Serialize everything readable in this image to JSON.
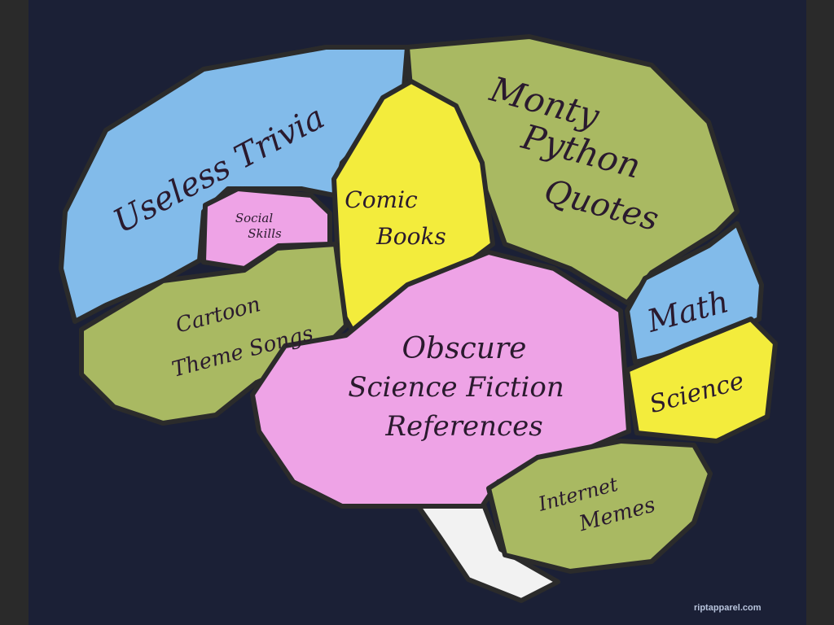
{
  "regions": {
    "useless_trivia": {
      "label": "Useless Trivia",
      "color": "#82bbea"
    },
    "social_skills": {
      "label_line1": "Social",
      "label_line2": "Skills",
      "color": "#eea3e6"
    },
    "comic_books": {
      "label_line1": "Comic",
      "label_line2": "Books",
      "color": "#f3ec3c"
    },
    "monty_python": {
      "label_line1": "Monty",
      "label_line2": "Python",
      "label_line3": "Quotes",
      "color": "#a9b962"
    },
    "cartoon_theme_songs": {
      "label_line1": "Cartoon",
      "label_line2": "Theme Songs",
      "color": "#a9b962"
    },
    "obscure_scifi": {
      "label_line1": "Obscure",
      "label_line2": "Science Fiction",
      "label_line3": "References",
      "color": "#eea3e6"
    },
    "math": {
      "label": "Math",
      "color": "#82bbea"
    },
    "science": {
      "label": "Science",
      "color": "#f3ec3c"
    },
    "internet_memes": {
      "label_line1": "Internet",
      "label_line2": "Memes",
      "color": "#a9b962"
    }
  },
  "watermark": "riptapparel.com"
}
